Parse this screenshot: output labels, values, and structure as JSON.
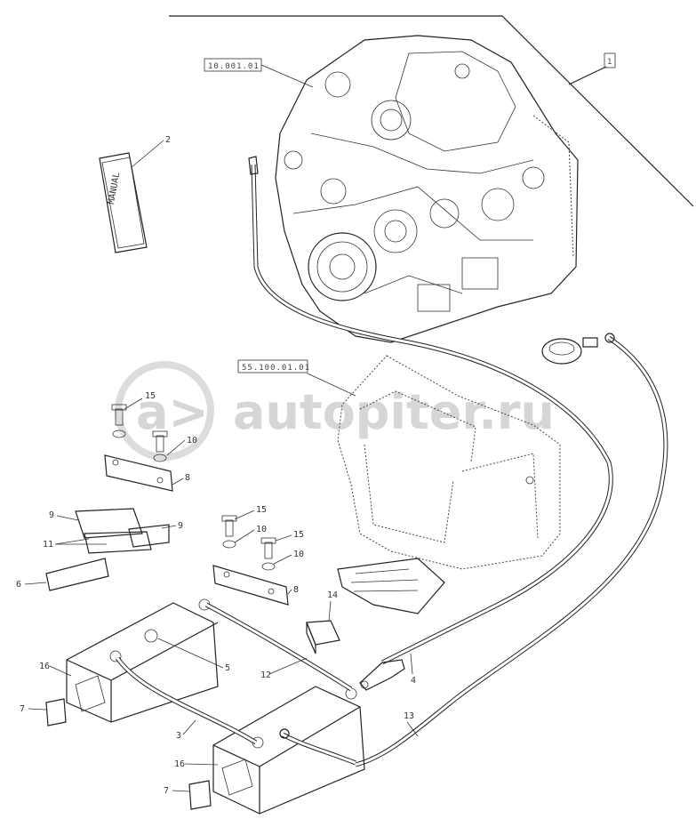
{
  "watermark": {
    "text": "autopiter.ru",
    "logo_glyph": "a>"
  },
  "refs": {
    "engine": "10.001.01",
    "battery_box": "55.100.01.01",
    "kit_box": "1"
  },
  "book_title": "MANUAL",
  "callouts": {
    "c2": "2",
    "c15a": "15",
    "c10a": "10",
    "c8a": "8",
    "c9a": "9",
    "c9b": "9",
    "c11": "11",
    "c6": "6",
    "c15b": "15",
    "c10b": "10",
    "c15c": "15",
    "c10c": "10",
    "c8b": "8",
    "c14": "14",
    "c5": "5",
    "c12": "12",
    "c4": "4",
    "c16a": "16",
    "c7a": "7",
    "c13": "13",
    "c3": "3",
    "c16b": "16",
    "c7b": "7"
  },
  "colors": {
    "line": "#222222",
    "watermark": "#d6d6d6",
    "background": "#ffffff"
  },
  "icons": [
    "engine-icon",
    "battery-icon",
    "switch-icon",
    "manual-icon"
  ]
}
